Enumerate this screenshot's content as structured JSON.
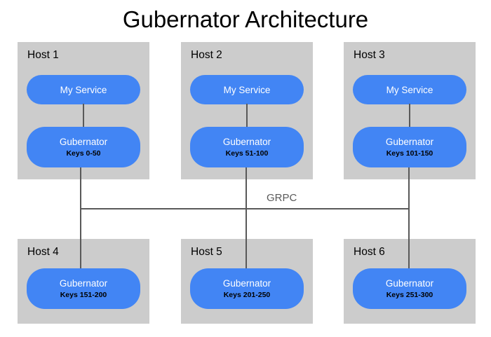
{
  "title": "Gubernator Architecture",
  "colors": {
    "node_blue": "#4285f4",
    "panel_gray": "#cccccc",
    "line_gray": "#595959",
    "background": "#ffffff",
    "node_title_text": "#ffffff",
    "node_sub_text": "#000000"
  },
  "connection": {
    "protocol_label": "GRPC"
  },
  "hosts": [
    {
      "id": "host-1",
      "label": "Host 1",
      "row": "top",
      "nodes": [
        {
          "id": "host-1-service",
          "title": "My Service",
          "sub": ""
        },
        {
          "id": "host-1-gubernator",
          "title": "Gubernator",
          "sub": "Keys 0-50"
        }
      ]
    },
    {
      "id": "host-2",
      "label": "Host 2",
      "row": "top",
      "nodes": [
        {
          "id": "host-2-service",
          "title": "My Service",
          "sub": ""
        },
        {
          "id": "host-2-gubernator",
          "title": "Gubernator",
          "sub": "Keys 51-100"
        }
      ]
    },
    {
      "id": "host-3",
      "label": "Host 3",
      "row": "top",
      "nodes": [
        {
          "id": "host-3-service",
          "title": "My Service",
          "sub": ""
        },
        {
          "id": "host-3-gubernator",
          "title": "Gubernator",
          "sub": "Keys 101-150"
        }
      ]
    },
    {
      "id": "host-4",
      "label": "Host 4",
      "row": "bottom",
      "nodes": [
        {
          "id": "host-4-gubernator",
          "title": "Gubernator",
          "sub": "Keys 151-200"
        }
      ]
    },
    {
      "id": "host-5",
      "label": "Host 5",
      "row": "bottom",
      "nodes": [
        {
          "id": "host-5-gubernator",
          "title": "Gubernator",
          "sub": "Keys 201-250"
        }
      ]
    },
    {
      "id": "host-6",
      "label": "Host 6",
      "row": "bottom",
      "nodes": [
        {
          "id": "host-6-gubernator",
          "title": "Gubernator",
          "sub": "Keys 251-300"
        }
      ]
    }
  ]
}
